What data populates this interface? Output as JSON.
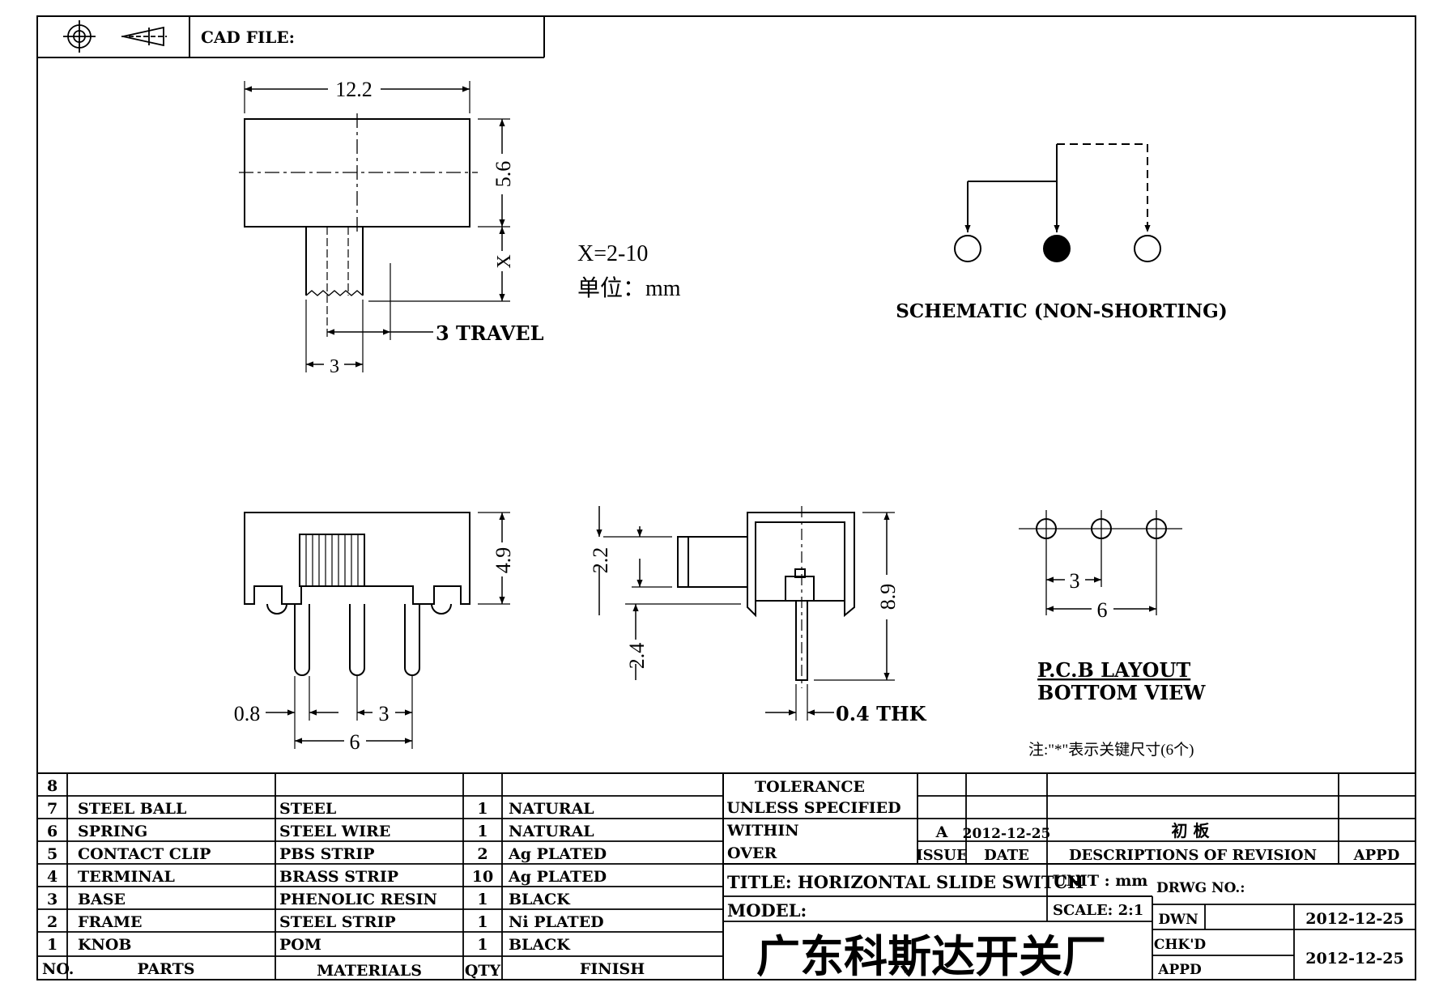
{
  "header": {
    "cad_file_label": "CAD FILE:"
  },
  "top_view": {
    "width": "12.2",
    "height": "5.6",
    "x_label": "X",
    "travel": "3 TRAVEL",
    "knob_width": "3"
  },
  "notes": {
    "x_range": "X=2-10",
    "unit_label": "单位：mm",
    "key_dim_note": "注:\"*\"表示关键尺寸(6个)"
  },
  "schematic": {
    "caption": "SCHEMATIC (NON-SHORTING)"
  },
  "front_view": {
    "height": "4.9",
    "pin_width": "0.8",
    "pitch": "3",
    "span": "6"
  },
  "side_view": {
    "knob_height": "2.2",
    "pin_length": "2.4",
    "total_height": "8.9",
    "thickness": "0.4 THK"
  },
  "pcb_layout": {
    "pitch": "3",
    "span": "6",
    "title": "P.C.B LAYOUT",
    "subtitle": "BOTTOM VIEW"
  },
  "parts_table": {
    "header": {
      "no": "NO.",
      "parts": "PARTS",
      "materials": "MATERIALS",
      "qty": "QTY",
      "finish": "FINISH"
    },
    "rows": [
      {
        "no": "8",
        "part": "",
        "material": "",
        "qty": "",
        "finish": ""
      },
      {
        "no": "7",
        "part": "STEEL BALL",
        "material": "STEEL",
        "qty": "1",
        "finish": "NATURAL"
      },
      {
        "no": "6",
        "part": "SPRING",
        "material": "STEEL WIRE",
        "qty": "1",
        "finish": "NATURAL"
      },
      {
        "no": "5",
        "part": "CONTACT CLIP",
        "material": "PBS STRIP",
        "qty": "2",
        "finish": "Ag PLATED"
      },
      {
        "no": "4",
        "part": "TERMINAL",
        "material": "BRASS STRIP",
        "qty": "10",
        "finish": "Ag PLATED"
      },
      {
        "no": "3",
        "part": "BASE",
        "material": "PHENOLIC RESIN",
        "qty": "1",
        "finish": "BLACK"
      },
      {
        "no": "2",
        "part": "FRAME",
        "material": "STEEL STRIP",
        "qty": "1",
        "finish": "Ni PLATED"
      },
      {
        "no": "1",
        "part": "KNOB",
        "material": "POM",
        "qty": "1",
        "finish": "BLACK"
      }
    ]
  },
  "title_block": {
    "tolerance_line1": "TOLERANCE",
    "tolerance_line2": "UNLESS  SPECIFIED",
    "within": "WITHIN",
    "over": "OVER",
    "rev_issue": "A",
    "rev_date": "2012-12-25",
    "rev_desc": "初 板",
    "issue_label": "ISSUE",
    "date_label": "DATE",
    "desc_label": "DESCRIPTIONS OF REVISION",
    "appd_label": "APPD",
    "title": "TITLE: HORIZONTAL SLIDE SWITCH",
    "unit": "UNIT : mm",
    "drwg_no": "DRWG NO.:",
    "model": "MODEL:",
    "scale": "SCALE: 2:1",
    "dwn_label": "DWN",
    "dwn_date": "2012-12-25",
    "chkd_label": "CHK'D",
    "appd2_label": "APPD",
    "chk_date": "2012-12-25",
    "company": "广东科斯达开关厂"
  }
}
